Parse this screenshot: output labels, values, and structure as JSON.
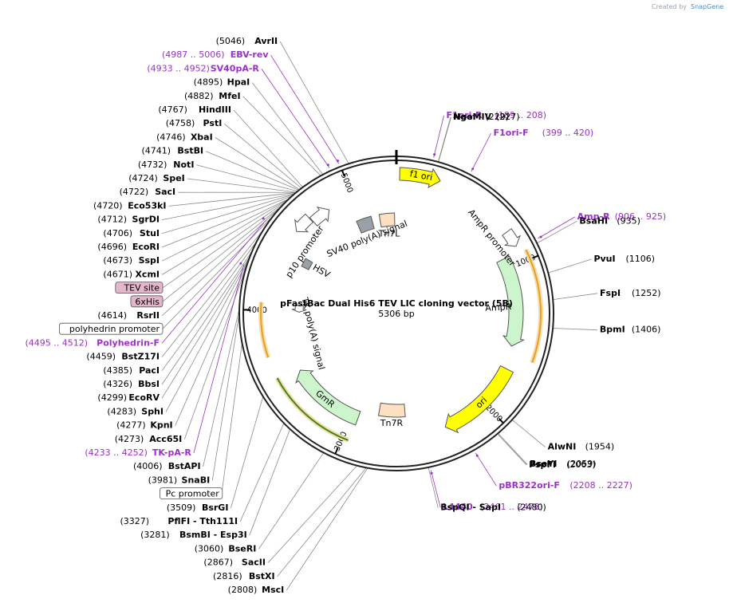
{
  "credit": {
    "prefix": "Created by",
    "brand": "SnapGene"
  },
  "plasmid": {
    "name": "pFastBac Dual His6 TEV LIC cloning vector (5B)",
    "size": "5306 bp",
    "total_bp": 5306
  },
  "ticks": [
    {
      "bp": 1000,
      "label": "1000"
    },
    {
      "bp": 2000,
      "label": "2000"
    },
    {
      "bp": 3000,
      "label": "3000"
    },
    {
      "bp": 4000,
      "label": "4000"
    },
    {
      "bp": 5000,
      "label": "5000"
    }
  ],
  "colors": {
    "yellow": "#ffff00",
    "light_green": "#ccf5cc",
    "peach": "#fde0c0",
    "orange": "#e8a020",
    "dark_green": "#3a8a1a",
    "gray": "#9aa0a8",
    "purple": "#9b30c6"
  },
  "features": [
    {
      "name": "f1 ori",
      "type": "arrow",
      "color": "yellow",
      "start": 20,
      "end": 270,
      "r": 175,
      "w": 16,
      "dir": 1
    },
    {
      "name": "AmpR promoter",
      "type": "arrow",
      "color": "white",
      "start": 790,
      "end": 895,
      "r": 172,
      "w": 14,
      "dir": 1
    },
    {
      "name": "AmpR",
      "type": "arrow",
      "color": "light_green",
      "start": 930,
      "end": 1560,
      "r": 150,
      "w": 18,
      "dir": 1
    },
    {
      "name": "ori",
      "type": "arrow",
      "color": "yellow",
      "start": 1720,
      "end": 2310,
      "r": 155,
      "w": 18,
      "dir": 1
    },
    {
      "name": "Tn7R",
      "type": "box",
      "color": "peach",
      "start": 2580,
      "end": 2800,
      "r": 122,
      "w": 16
    },
    {
      "name": "GmR",
      "type": "arrow",
      "color": "light_green",
      "start": 2950,
      "end": 3530,
      "r": 140,
      "w": 18,
      "dir": 1
    },
    {
      "name": "TK poly(A) signal",
      "type": "arrow",
      "color": "white",
      "start": 3990,
      "end": 4050,
      "r": 122,
      "w": 10,
      "dir": -1
    },
    {
      "name": "HSV",
      "type": "box",
      "color": "gray",
      "start": 4370,
      "end": 4440,
      "r": 128,
      "w": 10
    },
    {
      "name": "p10 promoter",
      "type": "arrow",
      "color": "white",
      "start": 4560,
      "end": 4680,
      "r": 162,
      "w": 14,
      "dir": -1
    },
    {
      "name": "SV40 poly(A) signal",
      "type": "arrow",
      "color": "white",
      "start": 4685,
      "end": 4820,
      "r": 155,
      "w": 14,
      "dir": 1
    },
    {
      "name": "Tn7L",
      "type": "box",
      "color": "peach",
      "start": 5160,
      "end": 5290,
      "r": 118,
      "w": 16
    },
    {
      "name": "box2",
      "type": "box",
      "color": "gray",
      "start": 4960,
      "end": 5090,
      "r": 118,
      "w": 16
    }
  ],
  "feature_labels": [
    {
      "text": "f1 ori",
      "bp": 150,
      "r": 175,
      "mode": "curve"
    },
    {
      "text": "AmpR promoter",
      "bp": 760,
      "r": 152,
      "mode": "curve"
    },
    {
      "text": "AmpR",
      "bp": 1280,
      "r": 128,
      "mode": "rot"
    },
    {
      "text": "ori",
      "bp": 2010,
      "r": 155,
      "mode": "curve"
    },
    {
      "text": "Tn7R",
      "bp": 2690,
      "r": 138,
      "mode": "flat"
    },
    {
      "text": "GmR",
      "bp": 3240,
      "r": 140,
      "mode": "curve"
    },
    {
      "text": "TK poly(A) signal",
      "bp": 3780,
      "r": 108,
      "mode": "curve"
    },
    {
      "text": "HSV",
      "bp": 4410,
      "r": 108,
      "mode": "rot"
    },
    {
      "text": "p10 promoter",
      "bp": 4480,
      "r": 138,
      "mode": "curve"
    },
    {
      "text": "SV40 poly(A) signal",
      "bp": 4990,
      "r": 100,
      "mode": "curve"
    },
    {
      "text": "Tn7L",
      "bp": 5230,
      "r": 100,
      "mode": "flat"
    }
  ],
  "sites_left": [
    {
      "pos": "(5046)",
      "name": "AvrII",
      "color": "black",
      "bp": 5046
    },
    {
      "pos": "(4987 .. 5006)",
      "name": "EBV-rev",
      "color": "purple",
      "bp": 4996
    },
    {
      "pos": "(4933 .. 4952)",
      "name": "SV40pA-R",
      "color": "purple",
      "bp": 4942
    },
    {
      "pos": "(4895)",
      "name": "HpaI",
      "color": "black",
      "bp": 4895
    },
    {
      "pos": "(4882)",
      "name": "MfeI",
      "color": "black",
      "bp": 4882
    },
    {
      "pos": "(4767)",
      "name": "HindIII",
      "color": "black",
      "bp": 4767
    },
    {
      "pos": "(4758)",
      "name": "PstI",
      "color": "black",
      "bp": 4758
    },
    {
      "pos": "(4746)",
      "name": "XbaI",
      "color": "black",
      "bp": 4746
    },
    {
      "pos": "(4741)",
      "name": "BstBI",
      "color": "black",
      "bp": 4741
    },
    {
      "pos": "(4732)",
      "name": "NotI",
      "color": "black",
      "bp": 4732
    },
    {
      "pos": "(4724)",
      "name": "SpeI",
      "color": "black",
      "bp": 4724
    },
    {
      "pos": "(4722)",
      "name": "SacI",
      "color": "black",
      "bp": 4722
    },
    {
      "pos": "(4720)",
      "name": "Eco53kI",
      "color": "black",
      "bp": 4720
    },
    {
      "pos": "(4712)",
      "name": "SgrDI",
      "color": "black",
      "bp": 4712
    },
    {
      "pos": "(4706)",
      "name": "StuI",
      "color": "black",
      "bp": 4706
    },
    {
      "pos": "(4696)",
      "name": "EcoRI",
      "color": "black",
      "bp": 4696
    },
    {
      "pos": "(4673)",
      "name": "SspI",
      "color": "black",
      "bp": 4673
    },
    {
      "pos": "(4671)",
      "name": "XcmI",
      "color": "black",
      "bp": 4671
    },
    {
      "pos": "",
      "name": "TEV site",
      "color": "boxpink",
      "bp": 4655
    },
    {
      "pos": "",
      "name": "6xHis",
      "color": "boxpink",
      "bp": 4625
    },
    {
      "pos": "(4614)",
      "name": "RsrII",
      "color": "black",
      "bp": 4614
    },
    {
      "pos": "",
      "name": "polyhedrin promoter",
      "color": "boxwhite",
      "bp": 4555
    },
    {
      "pos": "(4495 .. 4512)",
      "name": "Polyhedrin-F",
      "color": "purple",
      "bp": 4503
    },
    {
      "pos": "(4459)",
      "name": "BstZ17I",
      "color": "black",
      "bp": 4459
    },
    {
      "pos": "(4385)",
      "name": "PacI",
      "color": "black",
      "bp": 4385
    },
    {
      "pos": "(4326)",
      "name": "BbsI",
      "color": "black",
      "bp": 4326
    },
    {
      "pos": "(4299)",
      "name": "EcoRV",
      "color": "black",
      "bp": 4299
    },
    {
      "pos": "(4283)",
      "name": "SphI",
      "color": "black",
      "bp": 4283
    },
    {
      "pos": "(4277)",
      "name": "KpnI",
      "color": "black",
      "bp": 4277
    },
    {
      "pos": "(4273)",
      "name": "Acc65I",
      "color": "black",
      "bp": 4273
    },
    {
      "pos": "(4233 .. 4252)",
      "name": "TK-pA-R",
      "color": "purple",
      "bp": 4242
    },
    {
      "pos": "(4006)",
      "name": "BstAPI",
      "color": "black",
      "bp": 4006
    },
    {
      "pos": "(3981)",
      "name": "SnaBI",
      "color": "black",
      "bp": 3981
    },
    {
      "pos": "",
      "name": "Pc promoter",
      "color": "boxwhite",
      "bp": 3820
    },
    {
      "pos": "(3509)",
      "name": "BsrGI",
      "color": "black",
      "bp": 3509
    },
    {
      "pos": "(3327)",
      "name": "PflFI - Tth111I",
      "color": "black",
      "bp": 3327
    },
    {
      "pos": "(3281)",
      "name": "BsmBI - Esp3I",
      "color": "black",
      "bp": 3281
    },
    {
      "pos": "(3060)",
      "name": "BseRI",
      "color": "black",
      "bp": 3060
    },
    {
      "pos": "(2867)",
      "name": "SacII",
      "color": "black",
      "bp": 2867
    },
    {
      "pos": "(2816)",
      "name": "BstXI",
      "color": "black",
      "bp": 2816
    },
    {
      "pos": "(2808)",
      "name": "MscI",
      "color": "black",
      "bp": 2808
    }
  ],
  "sites_right": [
    {
      "pos": "(189 .. 208)",
      "name": "F1ori-R",
      "color": "purple",
      "bp": 198
    },
    {
      "pos": "(227)",
      "name": "NgoMIV",
      "color": "black",
      "bp": 227
    },
    {
      "pos": "(229)",
      "name": "NaeI",
      "color": "black",
      "bp": 229
    },
    {
      "pos": "(399 .. 420)",
      "name": "F1ori-F",
      "color": "purple",
      "bp": 410
    },
    {
      "pos": "(906 .. 925)",
      "name": "Amp-R",
      "color": "purple",
      "bp": 915
    },
    {
      "pos": "(935)",
      "name": "BsaHI",
      "color": "black",
      "bp": 935
    },
    {
      "pos": "(1106)",
      "name": "PvuI",
      "color": "black",
      "bp": 1106
    },
    {
      "pos": "(1252)",
      "name": "FspI",
      "color": "black",
      "bp": 1252
    },
    {
      "pos": "(1406)",
      "name": "BpmI",
      "color": "black",
      "bp": 1406
    },
    {
      "pos": "(1954)",
      "name": "AlwNI",
      "color": "black",
      "bp": 1954
    },
    {
      "pos": "(2059)",
      "name": "BseYI",
      "color": "black",
      "bp": 2059
    },
    {
      "pos": "(2063)",
      "name": "PspFI",
      "color": "black",
      "bp": 2063
    },
    {
      "pos": "(2208 .. 2227)",
      "name": "pBR322ori-F",
      "color": "purple",
      "bp": 2217
    },
    {
      "pos": "(2461 .. 2478)",
      "name": "L4440",
      "color": "purple",
      "bp": 2470
    },
    {
      "pos": "(2480)",
      "name": "BspQI - SapI",
      "color": "black",
      "bp": 2480
    }
  ]
}
